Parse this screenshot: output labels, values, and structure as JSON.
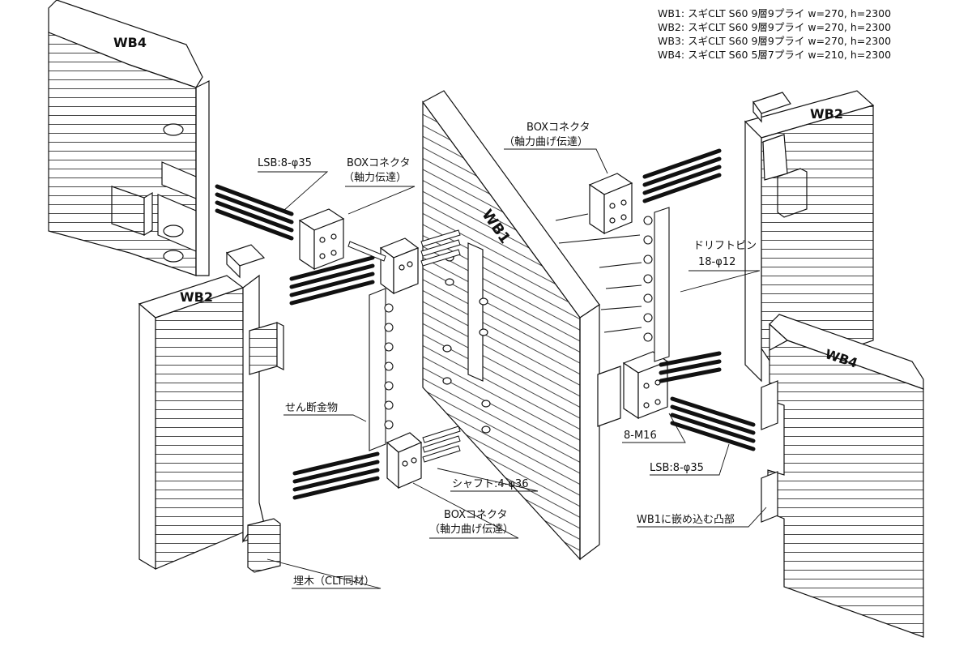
{
  "legend": [
    "WB1: スギCLT S60 9層9プライ w=270, h=2300",
    "WB2: スギCLT S60 9層9プライ w=270, h=2300",
    "WB3: スギCLT S60 9層9プライ w=270, h=2300",
    "WB4: スギCLT S60 5層7プライ w=210, h=2300"
  ],
  "panels": {
    "wb4_left": "WB4",
    "wb2_left": "WB2",
    "wb1_center": "WB1",
    "wb2_right": "WB2",
    "wb4_right": "WB4"
  },
  "labels": {
    "lsb_upper": "LSB:8-φ35",
    "box_connector_upper_left": "BOXコネクタ",
    "box_connector_upper_left_sub": "（軸力伝達）",
    "box_connector_upper_right": "BOXコネクタ",
    "box_connector_upper_right_sub": "（軸力曲げ伝達）",
    "drift_pin": "ドリフトピン",
    "drift_pin_spec": "18-φ12",
    "shear_hardware": "せん断金物",
    "m16": "8-M16",
    "lsb_lower": "LSB:8-φ35",
    "shaft": "シャフト:4-φ36",
    "box_connector_lower": "BOXコネクタ",
    "box_connector_lower_sub": "（軸力曲げ伝達）",
    "wb1_protrusion": "WB1に嵌め込む凸部",
    "filler_wood": "埋木（CLT同材）"
  }
}
